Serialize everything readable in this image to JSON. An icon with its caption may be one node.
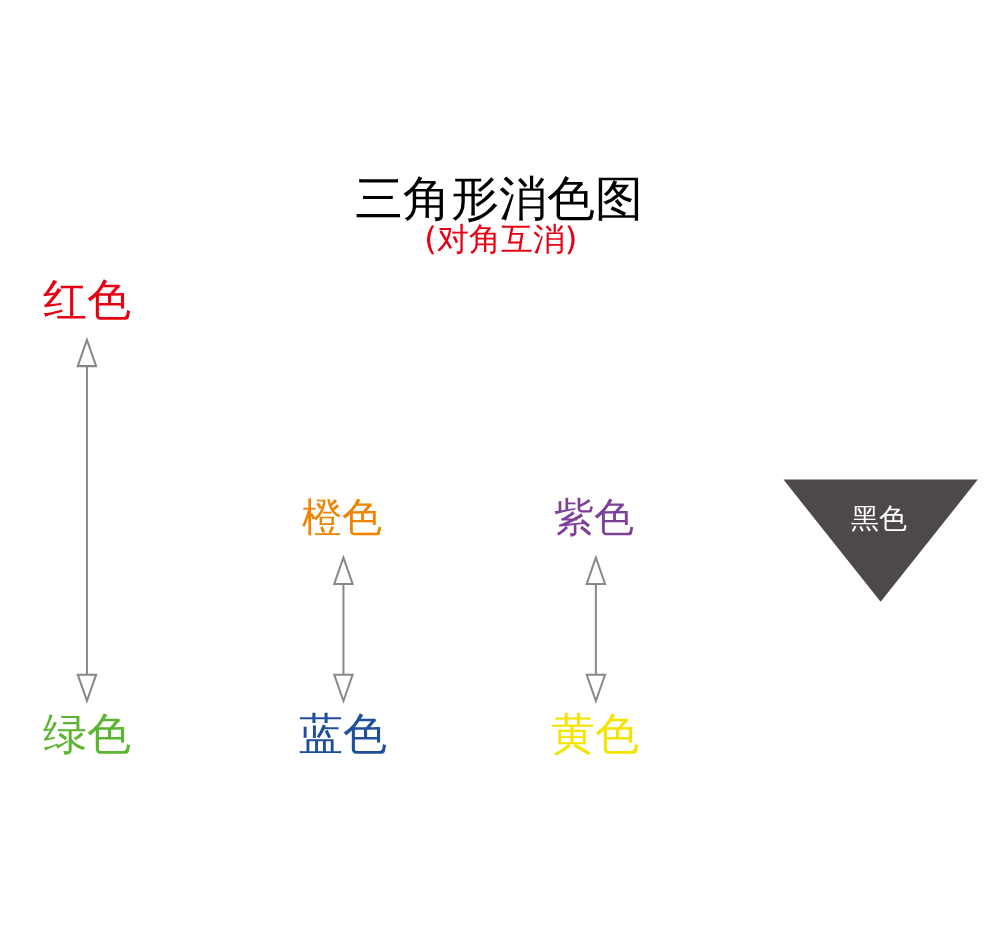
{
  "diagram": {
    "title": "三角形消色图",
    "caption": "(对角互消)",
    "nodes": [
      {
        "text": [
          "红色"
        ]
      },
      {
        "text": [
          "橙色"
        ]
      },
      {
        "text": [
          "紫色"
        ]
      },
      {
        "text": [
          "黑色"
        ]
      },
      {
        "text": [
          "黄色"
        ]
      },
      {
        "text": [
          "绿色"
        ]
      },
      {
        "text": [
          "蓝色"
        ]
      }
    ],
    "edges": [
      {
        "from": 0,
        "to": 5,
        "arrow": "both"
      },
      {
        "from": 2,
        "to": 4,
        "arrow": "both"
      },
      {
        "from": 1,
        "to": 6,
        "arrow": "both"
      }
    ]
  }
}
